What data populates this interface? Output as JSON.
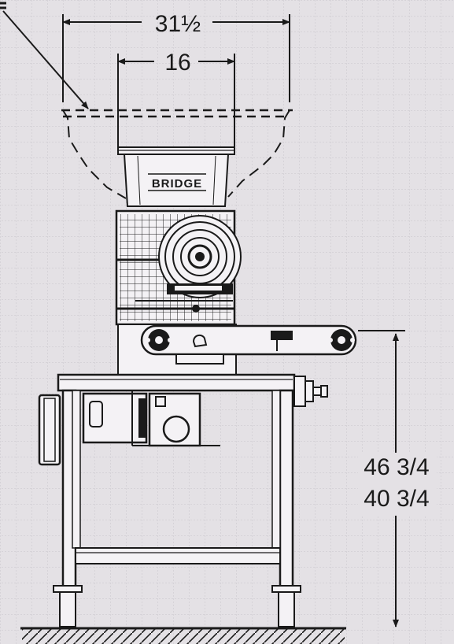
{
  "brand_label": "BRIDGE",
  "dimensions": {
    "overall_width": "31½",
    "inner_width": "16",
    "height_max": "46 3/4",
    "height_min": "40 3/4"
  },
  "colors": {
    "paper": "#e4e1e5",
    "ink": "#1a1a1a",
    "light_fill": "#f4f2f5"
  }
}
